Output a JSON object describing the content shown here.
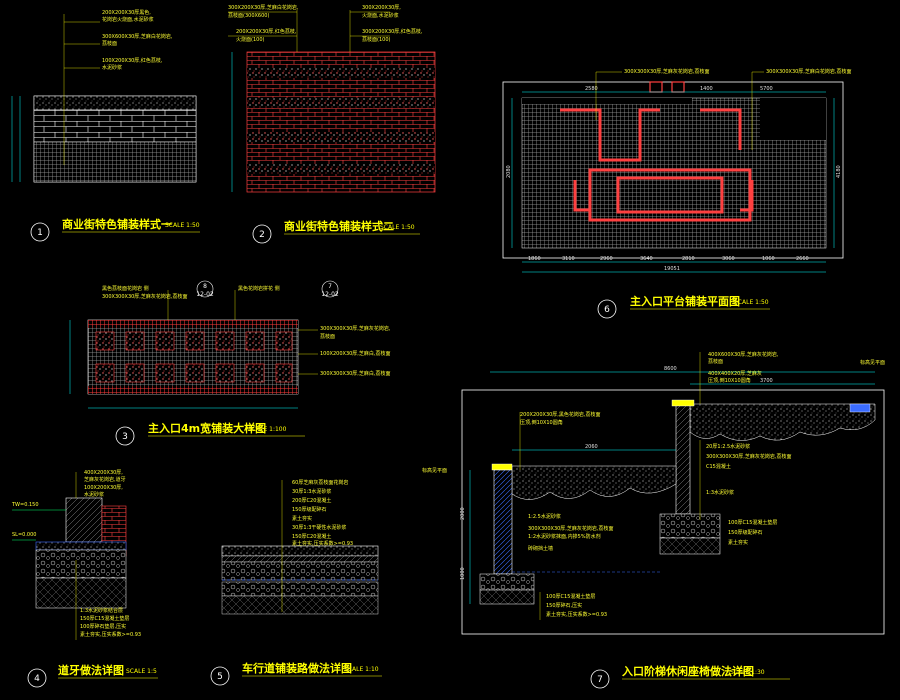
{
  "drawings": [
    {
      "num": "1",
      "title": "商业街特色铺装样式一",
      "scale": "SCALE 1:50"
    },
    {
      "num": "2",
      "title": "商业街特色铺装样式二",
      "scale": "SCALE 1:50"
    },
    {
      "num": "3",
      "title": "主入口4m宽铺装大样图",
      "scale": "SCALE 1:100"
    },
    {
      "num": "4",
      "title": "道牙做法详图",
      "scale": "SCALE 1:5"
    },
    {
      "num": "5",
      "title": "车行道铺装路做法详图",
      "scale": "SCALE 1:10"
    },
    {
      "num": "6",
      "title": "主入口平台铺装平面图",
      "scale": "SCALE 1:50"
    },
    {
      "num": "7",
      "title": "入口阶梯休闲座椅做法详图",
      "scale": "SCALE 1:30"
    }
  ],
  "notes": {
    "d1": [
      "200X200X30厚黑色,",
      "花岗岩火烧面,水泥砂浆",
      "300X600X30厚,芝麻白花岗岩,",
      "荔枝面",
      "100X200X30厚,红色荔枝,",
      "水泥砂浆"
    ],
    "d2": [
      "300X200X30厚,芝麻白花岗岩,",
      "荔枝面(300X600)",
      "200X200X30厚,红色荔枝,",
      "火烧面(100)",
      "300X200X30厚,",
      "火烧面,水泥砂浆",
      "300X200X30厚,红色荔枝,",
      "荔枝面(100)"
    ],
    "d3_top": [
      "黑色荔枝面花岗岩 侧",
      "300X300X30厚,芝麻灰花岗岩,荔枝面",
      "黑色花岗岩拼花 侧"
    ],
    "d3_right": [
      "300X300X30厚,芝麻灰花岗岩,",
      "荔枝面",
      "100X200X30厚,芝麻白,荔枝面",
      "300X300X30厚,芝麻白,荔枝面"
    ],
    "d3_refs": [
      "8",
      "12-02",
      "7",
      "12-02"
    ],
    "d4_left": [
      "TW=0.150",
      "SL=0.000"
    ],
    "d4_top": [
      "400X200X30厚,",
      "芝麻灰花岗岩,道牙",
      "100X200X30厚,",
      "水泥砂浆"
    ],
    "d4_bottom": [
      "1:3水泥砂浆结合层",
      "150厚C15混凝土垫层",
      "100厚碎石垫层,压实",
      "素土夯实,压实系数>=0.93"
    ],
    "d5": [
      "60厚芝麻灰荔枝面花岗岩",
      "30厚1:3水泥砂浆",
      "200厚C20混凝土",
      "150厚级配碎石",
      "素土夯实",
      "30厚1:3干硬性水泥砂浆",
      "150厚C20混凝土",
      "素土夯实,压实系数>=0.93"
    ],
    "d6_top": [
      "300X300X30厚,芝麻灰花岗岩,荔枝面",
      "300X300X30厚,芝麻白花岗岩,荔枝面"
    ],
    "d6_dims_top": [
      "2580",
      "1400",
      "5700"
    ],
    "d6_dims_bottom": [
      "1860",
      "3110",
      "2960",
      "3640",
      "2810",
      "3060",
      "1060",
      "2660"
    ],
    "d6_total": "19051",
    "d6_side": [
      "2080",
      "4180"
    ],
    "d7_top": [
      "400X600X30厚,芝麻灰花岗岩,",
      "荔枝面",
      "400X400X20厚,芝麻灰",
      "压顶,倒10X10圆角"
    ],
    "d7_mid": [
      "200X200X30厚,黑色花岗岩,荔枝面",
      "压顶,倒10X10圆角",
      "1:2.5水泥砂浆",
      "300X300X30厚,芝麻灰花岗岩,荔枝面",
      "砖砌挡土墙",
      "1:2水泥砂浆抹面,内掺5%防水剂"
    ],
    "d7_right": [
      "标高见平面",
      "20厚1:2.5水泥砂浆",
      "300X300X30厚,芝麻灰花岗岩,荔枝面",
      "C15混凝土",
      "1:3水泥砂浆",
      "100厚C15混凝土垫层",
      "150厚级配碎石",
      "素土夯实"
    ],
    "d7_bottom": [
      "100厚C15混凝土垫层",
      "150厚碎石,压实",
      "素土夯实,压实系数>=0.93"
    ],
    "d7_dims": [
      "8600",
      "3700",
      "2060",
      "2000",
      "1000"
    ],
    "d7_left": "标高见平面"
  }
}
